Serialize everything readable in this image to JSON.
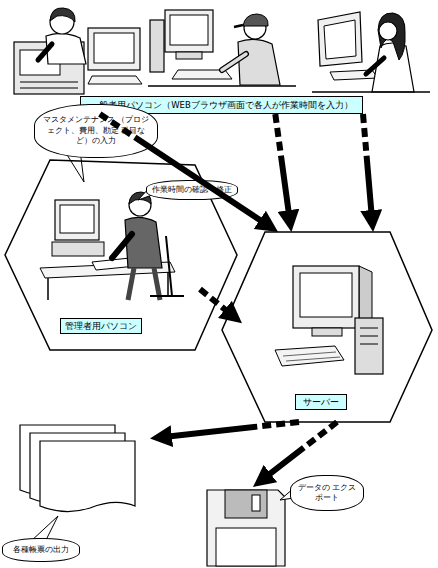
{
  "diagram": {
    "nodes": [
      {
        "text": [
          "一般者用パソコン（WEBブラウザ画面で各人が作業時間を入力）"
        ]
      },
      {
        "text": [
          "マスタメンテナンス （プロジェクト、費用、勘定 科目など）の入力",
          "作業時間の確認・修正",
          "管理者用パソコン"
        ]
      },
      {
        "text": [
          "サーバー"
        ]
      },
      {
        "text": [
          "各種帳票の出力"
        ]
      },
      {
        "text": [
          "データの エクスポート"
        ]
      }
    ],
    "edges": [
      {
        "from": 0,
        "to": 2,
        "arrow": "to"
      },
      {
        "from": 0,
        "to": 2,
        "arrow": "to"
      },
      {
        "from": 0,
        "to": 2,
        "arrow": "to"
      },
      {
        "from": 1,
        "to": 2,
        "arrow": "to"
      },
      {
        "from": 2,
        "to": 3,
        "arrow": "to"
      },
      {
        "from": 2,
        "to": 4,
        "arrow": "to"
      }
    ]
  }
}
